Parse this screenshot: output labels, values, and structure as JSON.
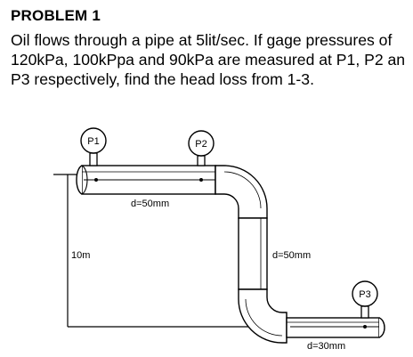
{
  "problem": {
    "title": "PROBLEM 1",
    "text": "Oil flows through a pipe at 5lit/sec. If gage pressures of 120kPa, 100kPpa and 90kPa are measured at P1, P2 an P3 respectively, find the head loss from 1-3."
  },
  "diagram": {
    "gauges": [
      {
        "label": "P1"
      },
      {
        "label": "P2"
      },
      {
        "label": "P3"
      }
    ],
    "labels": {
      "top_diameter": "d=50mm",
      "vertical_diameter": "d=50mm",
      "bottom_diameter": "d=30mm",
      "elevation": "10m"
    }
  }
}
